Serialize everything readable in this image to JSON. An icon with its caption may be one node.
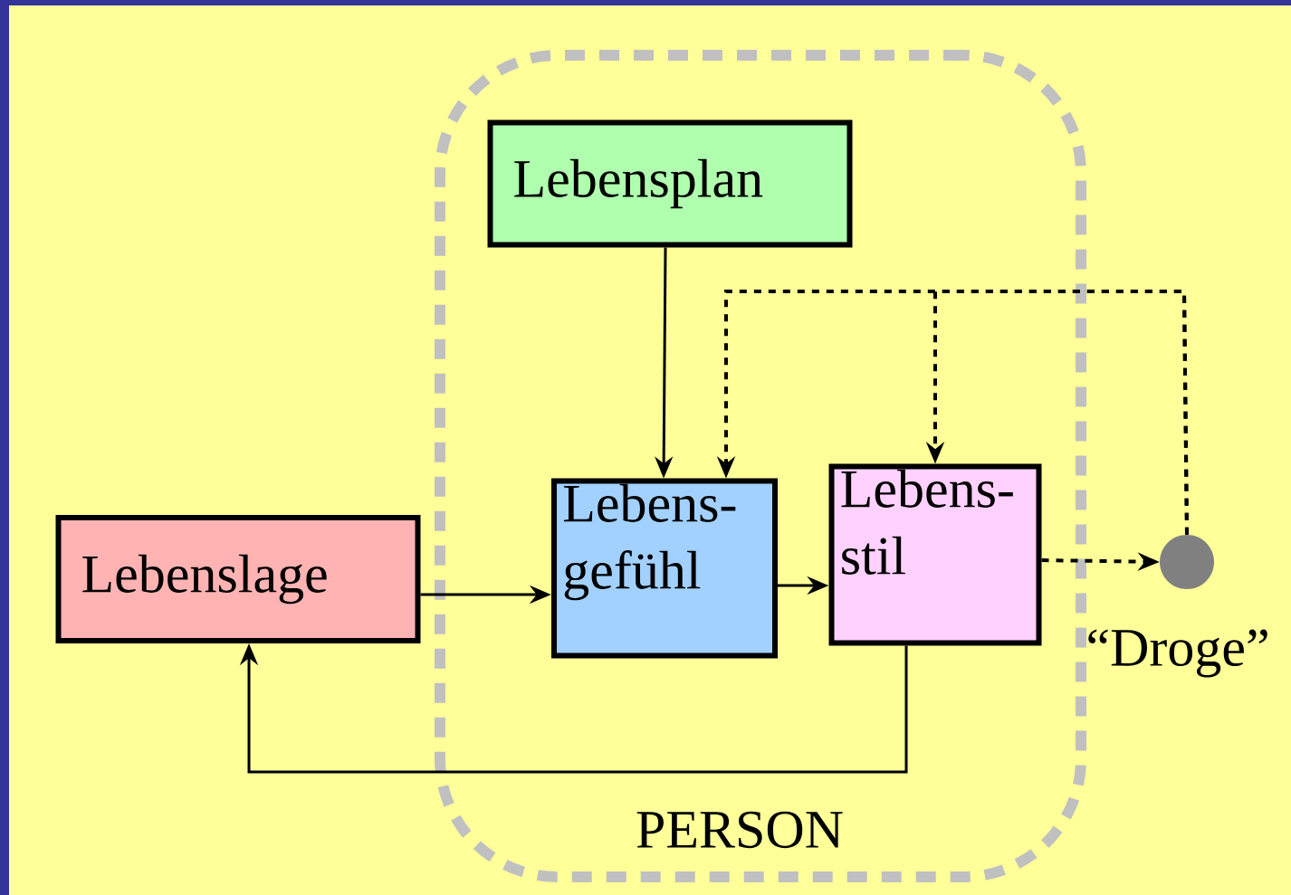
{
  "diagram": {
    "nodes": [
      {
        "text": [
          "PERSON"
        ]
      },
      {
        "text": [
          "Lebensplan"
        ],
        "in": 0
      },
      {
        "text": [
          "Lebenslage"
        ]
      },
      {
        "text": [
          "Lebens- gefühl"
        ],
        "in": 0
      },
      {
        "text": [
          "Lebens- stil"
        ],
        "in": 0
      },
      {
        "text": [],
        "shape": "circle",
        "beside": [
          "“Droge”"
        ]
      }
    ],
    "edges": [
      {
        "from": 1,
        "to": 3,
        "arrow": "to"
      },
      {
        "from": 2,
        "to": 3,
        "arrow": "to"
      },
      {
        "from": 3,
        "to": 4,
        "arrow": "to"
      },
      {
        "from": 4,
        "to": 2,
        "arrow": "to"
      },
      {
        "from": 4,
        "to": 5,
        "arrow": "to",
        "style": "dashed"
      },
      {
        "from": 5,
        "to": 3,
        "arrow": "to",
        "style": "dashed"
      },
      {
        "from": 5,
        "to": 4,
        "arrow": "to",
        "style": "dashed"
      }
    ]
  }
}
